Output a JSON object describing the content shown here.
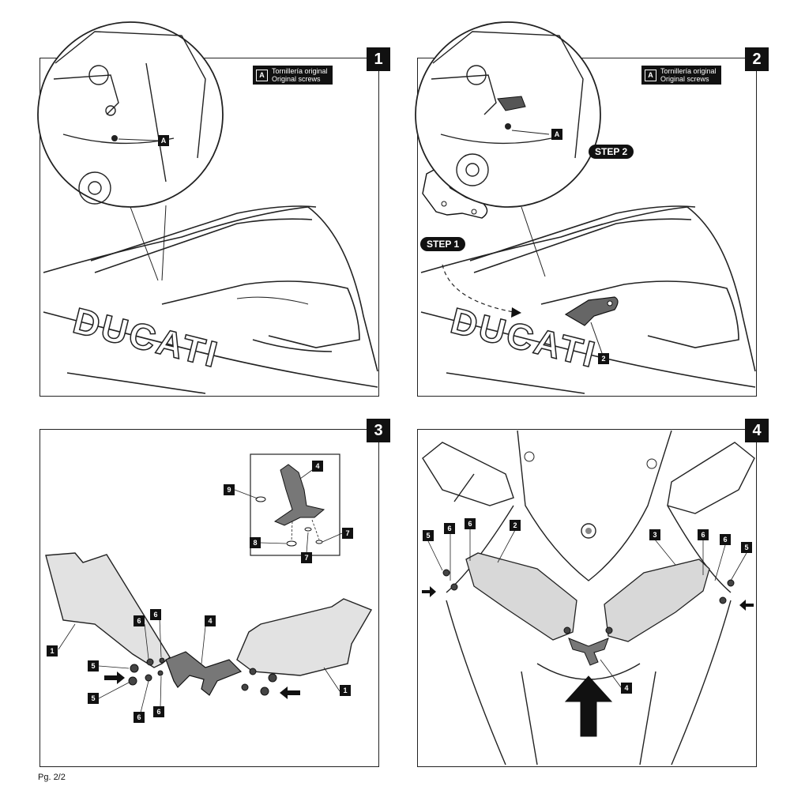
{
  "panels": [
    {
      "number": "1"
    },
    {
      "number": "2"
    },
    {
      "number": "3"
    },
    {
      "number": "4"
    }
  ],
  "legend": {
    "letter": "A",
    "line1": "Tornillería original",
    "line2": "Original screws"
  },
  "brand_text": "DUCATI",
  "steps": {
    "step1": "STEP 1",
    "step2": "STEP 2"
  },
  "callouts": {
    "a": "A",
    "p2_part": "2",
    "p3": [
      "1",
      "1",
      "4",
      "5",
      "5",
      "6",
      "6",
      "6",
      "6",
      "4",
      "7",
      "7",
      "8",
      "9"
    ],
    "p4": [
      "2",
      "3",
      "4",
      "5",
      "5",
      "6",
      "6",
      "6",
      "6"
    ]
  },
  "footer": "Pg. 2/2"
}
